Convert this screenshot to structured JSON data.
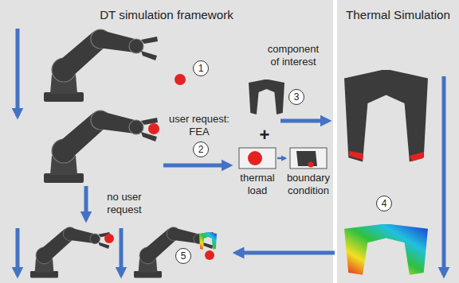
{
  "diagram": {
    "nodes": [
      {
        "text": [
          "DT simulation framework"
        ]
      },
      {
        "text": [
          "1"
        ],
        "in": 0
      },
      {
        "text": [
          "2"
        ],
        "in": 0
      },
      {
        "text": [
          "3"
        ],
        "in": 0
      },
      {
        "text": [
          "5"
        ],
        "in": 0
      },
      {
        "text": [
          "Thermal Simulation"
        ]
      },
      {
        "text": [
          "4"
        ],
        "in": 5
      }
    ],
    "labels": [
      "user request: FEA",
      "component of interest",
      "+",
      "thermal load",
      "boundary condition",
      "no user request"
    ]
  }
}
